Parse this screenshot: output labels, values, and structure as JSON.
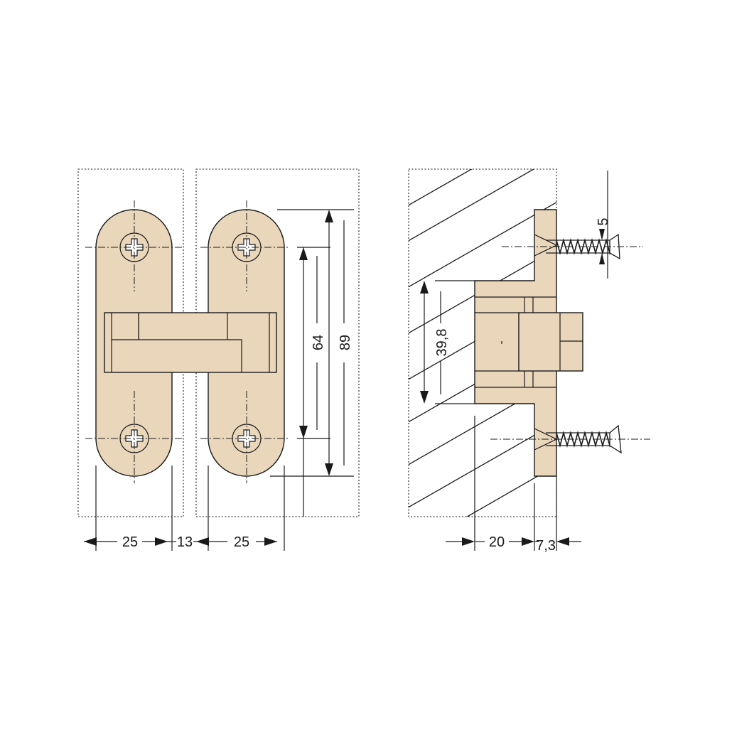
{
  "colors": {
    "part_fill": "#e9d6bb",
    "line": "#1a1a1a",
    "background": "#ffffff"
  },
  "dimensions": {
    "front_width_left": "25",
    "front_gap": "13",
    "front_width_right": "25",
    "hole_spacing": "64",
    "overall_length": "89",
    "side_height": "39,8",
    "side_depth": "20",
    "side_flange": "7,3",
    "screw_offset": "5"
  }
}
